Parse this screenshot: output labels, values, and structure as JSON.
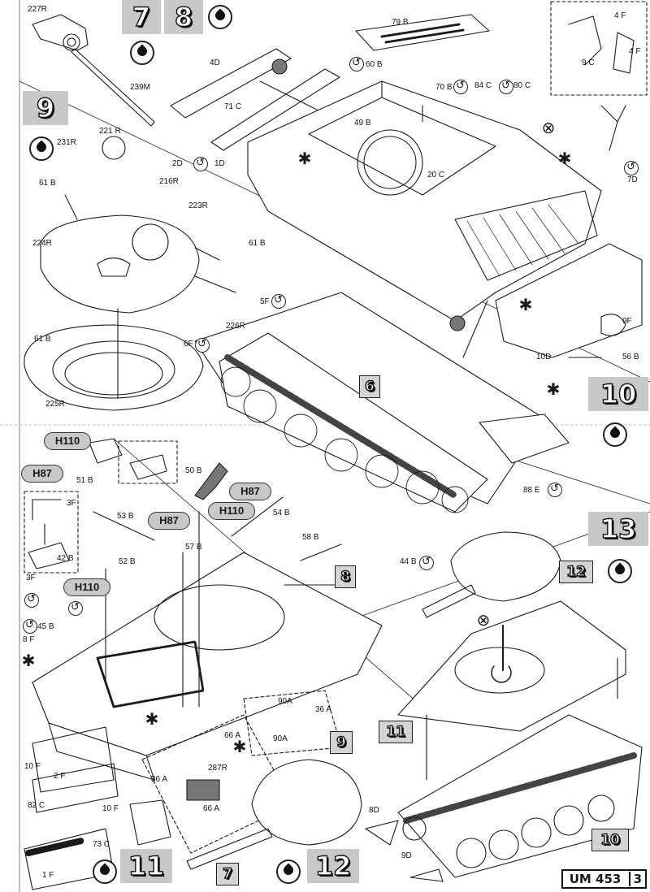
{
  "steps": {
    "s7": "7",
    "s8": "8",
    "s9": "9",
    "s10": "10",
    "s11": "11",
    "s12": "12",
    "s13": "13",
    "sub_8": "8",
    "sub_6": "6",
    "sub_9": "9",
    "sub_11": "11",
    "sub_12": "12",
    "sub_7": "7",
    "sub_10": "10"
  },
  "color_tags": [
    "H110",
    "H87",
    "H87",
    "H110",
    "H87",
    "H110"
  ],
  "part_labels": {
    "p227R": "227R",
    "p239M": "239M",
    "p4D": "4D",
    "p71C": "71 C",
    "p79B": "79 B",
    "p60B": "60 B",
    "p70B": "70 B",
    "p84C": "84 C",
    "p80C": "80 C",
    "p4F_a": "4 F",
    "p4F_b": "4 F",
    "p9C": "9 C",
    "p231R": "231R",
    "p221R": "221 R",
    "p61B_a": "61 B",
    "p216R": "216R",
    "p2D": "2D",
    "p1D": "1D",
    "p49B": "49 B",
    "p20C": "20 C",
    "p223R": "223R",
    "p224R": "224R",
    "p61B_b": "61 B",
    "p7D": "7D",
    "p5F": "5F",
    "p226R": "226R",
    "p61B_c": "61 B",
    "p6F": "6F",
    "p9F": "9F",
    "p10D": "10D",
    "p56B": "56 B",
    "p225R": "225R",
    "p51B": "51 B",
    "p50B": "50 B",
    "p3F_a": "3F",
    "p42B": "42 B",
    "p53B": "53 B",
    "p54B": "54 B",
    "p88E": "88 E",
    "p57B": "57 B",
    "p58B": "58 B",
    "p44B": "44 B",
    "p52B": "52 B",
    "p3F_b": "3F",
    "p45B": "45 B",
    "p8F": "8 F",
    "p90A_a": "90A",
    "p36A_a": "36 A",
    "p66A_a": "66 A",
    "p90A_b": "90A",
    "p10F_a": "10 F",
    "p2F": "2 F",
    "p36A_b": "36 A",
    "p287R": "287R",
    "p82C": "82 C",
    "p10F_b": "10 F",
    "p66A_b": "66 A",
    "p73C": "73 C",
    "p1F": "1 F",
    "p8D": "8D",
    "p9D": "9D"
  },
  "footer": {
    "code": "UM 453",
    "page": "3"
  },
  "colors": {
    "panel_grey": "#c8c8c8",
    "line": "#1a1a1a"
  },
  "icons": [
    "glue-drop-icon",
    "glue-circle-icon",
    "cement-star-icon",
    "do-not-glue-icon"
  ]
}
